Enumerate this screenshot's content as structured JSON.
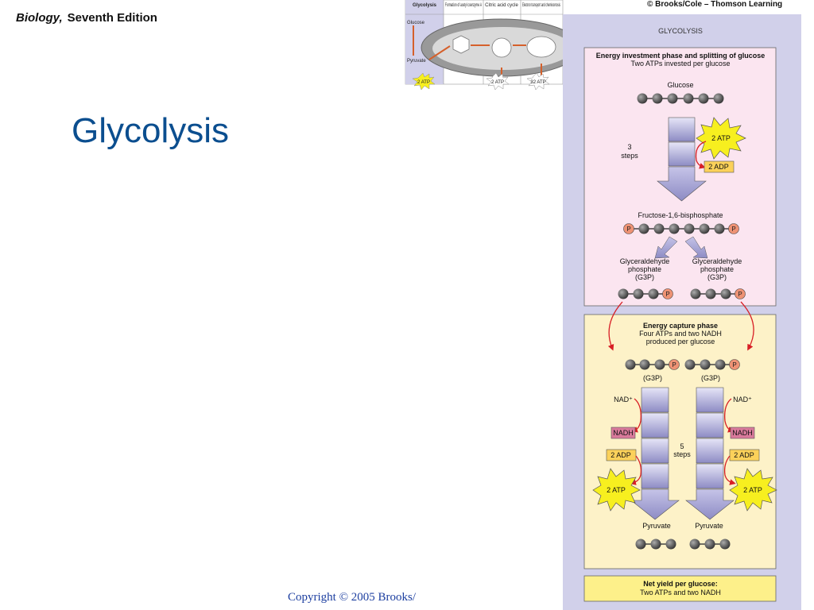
{
  "header": {
    "book_title": "Biology,",
    "edition": "Seventh Edition"
  },
  "slide": {
    "title": "Glycolysis"
  },
  "footer": {
    "copyright": "Copyright © 2005 Brooks/"
  },
  "credit": "© Brooks/Cole – Thomson Learning",
  "overview": {
    "columns": [
      "Glycolysis",
      "Formation of acetyl coenzyme A",
      "Citric acid cycle",
      "Electron transport and chemiosmosis"
    ],
    "glucose_label": "Glucose",
    "pyruvate_label": "Pyruvate",
    "atp_labels": [
      "2 ATP",
      "2 ATP",
      "32 ATP"
    ]
  },
  "diagram": {
    "title": "GLYCOLYSIS",
    "phase1": {
      "heading": "Energy investment phase and splitting of glucose",
      "subheading": "Two ATPs invested per glucose",
      "glucose": "Glucose",
      "steps_number": "3",
      "steps_word": "steps",
      "atp": "2 ATP",
      "adp": "2 ADP",
      "fructose": "Fructose-1,6-bisphosphate",
      "g3p_name_1": "Glyceraldehyde",
      "g3p_name_2": "phosphate",
      "g3p_abbr": "(G3P)",
      "phosphate": "P"
    },
    "phase2": {
      "heading": "Energy capture phase",
      "subheading_1": "Four ATPs and two NADH",
      "subheading_2": "produced per glucose",
      "g3p": "(G3P)",
      "nad": "NAD⁺",
      "nadh": "NADH",
      "adp": "2 ADP",
      "atp": "2 ATP",
      "steps_number": "5",
      "steps_word": "steps",
      "pyruvate": "Pyruvate",
      "phosphate": "P"
    },
    "net_yield": {
      "heading": "Net yield per glucose:",
      "detail": "Two ATPs and two NADH"
    },
    "colors": {
      "phase1_bg": "#fbe5f0",
      "phase2_bg": "#fdf2c8",
      "net_bg": "#fdf08a",
      "panel_bg": "#d1d0ea",
      "atp_burst": "#f7ef1f",
      "adp_box": "#fbd15a",
      "nadh_box": "#d97a9b",
      "phosphate": "#ee9274",
      "red_arrow": "#d81f26",
      "step_block": "#9a98cc"
    }
  }
}
